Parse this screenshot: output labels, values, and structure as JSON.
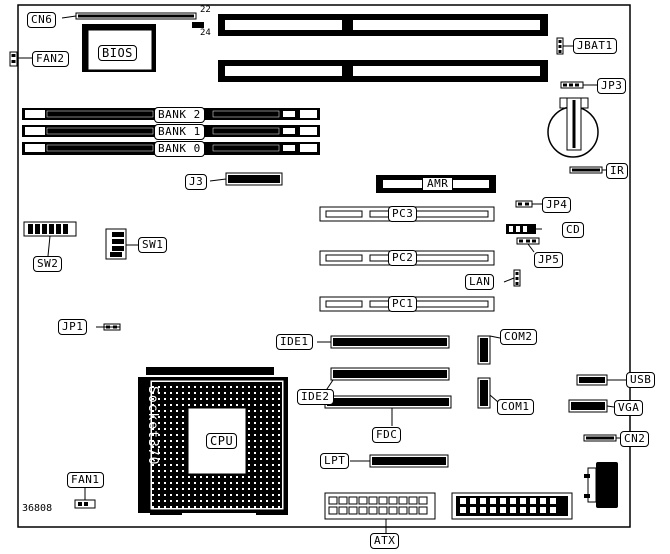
{
  "figure_number": "36808",
  "labels": {
    "cn6": "CN6",
    "bios": "BIOS",
    "jbat1": "JBAT1",
    "fan2": "FAN2",
    "jp3": "JP3",
    "bank2": "BANK 2",
    "bank1": "BANK 1",
    "bank0": "BANK 0",
    "ir": "IR",
    "j3": "J3",
    "amr": "AMR",
    "jp4": "JP4",
    "pc3": "PC3",
    "cd": "CD",
    "sw1": "SW1",
    "sw2": "SW2",
    "pc2": "PC2",
    "jp5": "JP5",
    "lan": "LAN",
    "pc1": "PC1",
    "jp1": "JP1",
    "ide1": "IDE1",
    "com2": "COM2",
    "usb": "USB",
    "ide2": "IDE2",
    "com1": "COM1",
    "vga": "VGA",
    "cpu": "CPU",
    "socket": "Socket370",
    "fdc": "FDC",
    "cn2": "CN2",
    "lpt": "LPT",
    "fan1": "FAN1",
    "atx": "ATX"
  },
  "pin_numbers": {
    "cn6_top": "22",
    "cn6_bottom": "24"
  }
}
